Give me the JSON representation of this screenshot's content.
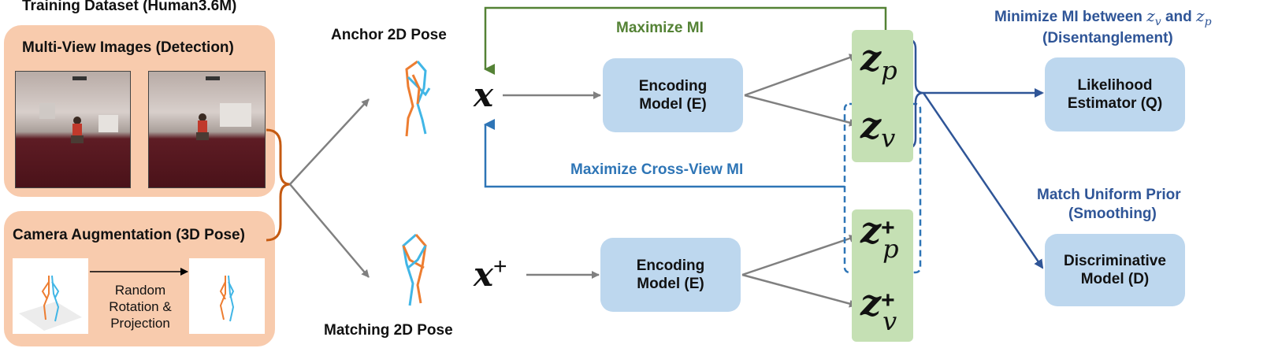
{
  "dataset_title": "Training Dataset (Human3.6M)",
  "multiview_title": "Multi-View Images (Detection)",
  "camera_aug_title": "Camera Augmentation (3D Pose)",
  "random_rotation_lines": [
    "Random",
    "Rotation &",
    "Projection"
  ],
  "anchor_label": "Anchor 2D Pose",
  "matching_label": "Matching 2D Pose",
  "x_var": "x",
  "xplus_var": "x",
  "plus": "+",
  "encoder_top": [
    "Encoding",
    "Model (E)"
  ],
  "encoder_bottom": [
    "Encoding",
    "Model (E)"
  ],
  "maximize_mi": "Maximize MI",
  "maximize_cross_view": "Maximize Cross-View MI",
  "latents": {
    "z": "z",
    "p": "p",
    "v": "v",
    "plus": "+"
  },
  "minimize_text": "Minimize MI between",
  "and_text": "and",
  "disentanglement": "(Disentanglement)",
  "likelihood": [
    "Likelihood",
    "Estimator (Q)"
  ],
  "match_uniform": "Match Uniform Prior",
  "smoothing": "(Smoothing)",
  "discriminative": [
    "Discriminative",
    "Model (D)"
  ],
  "colors": {
    "panel": "#f8cbad",
    "model": "#bdd7ee",
    "latent": "#c5e0b4",
    "green_arrow": "#548235",
    "blue_arrow": "#2e75b6",
    "navy": "#2f5597",
    "gray_arrow": "#808080",
    "bracket": "#c55a11",
    "pose_orange": "#ed7d31",
    "pose_blue": "#41b6e6"
  }
}
